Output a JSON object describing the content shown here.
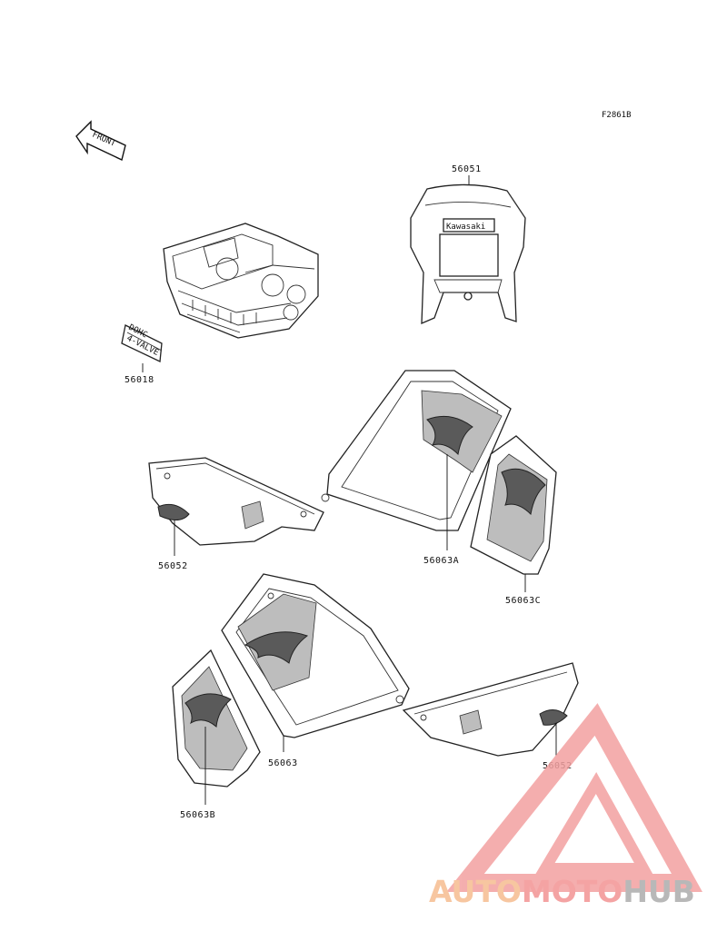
{
  "figure_code": "F2861B",
  "front_label": "FRONT",
  "decal_text": [
    "DOHC",
    "4-VALVE"
  ],
  "fairing_logo": "Kawasaki",
  "part_labels": {
    "fairing": "56051",
    "dohc_decal": "56018",
    "side_cover_left": "56052",
    "shroud_right_outer": "56063A",
    "shroud_right_inner": "56063C",
    "shroud_left_outer": "56063",
    "shroud_left_inner": "56063B",
    "side_cover_right": "56052"
  },
  "watermark": {
    "part1": "AUTO",
    "part2": "MOTO",
    "part3": "HUB",
    "color1": "#f7c6a0",
    "color2": "#f4a3a3",
    "color3": "#b8b8b8"
  }
}
